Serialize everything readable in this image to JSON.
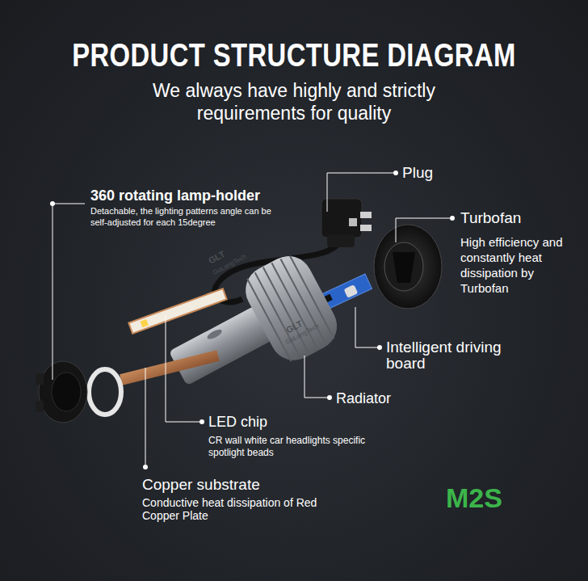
{
  "diagram": {
    "title": "PRODUCT STRUCTURE DIAGRAM",
    "labels": [
      "We always have highly and strictly requirements for quality",
      "Plug",
      "360 rotating lamp-holder",
      "Detachable, the lighting patterns angle can be self-adjusted for each 15degree",
      "Turbofan",
      "High efficiency and constantly heat dissipation by Turbofan",
      "GLT",
      "GoLongTech",
      "GLT",
      "GoLongTech",
      "Intelligent driving board",
      "Radiator",
      "LED chip",
      "CR wall white car headlights specific spotlight beads",
      "Copper substrate",
      "Conductive heat dissipation of Red Copper Plate",
      "M2S"
    ]
  }
}
